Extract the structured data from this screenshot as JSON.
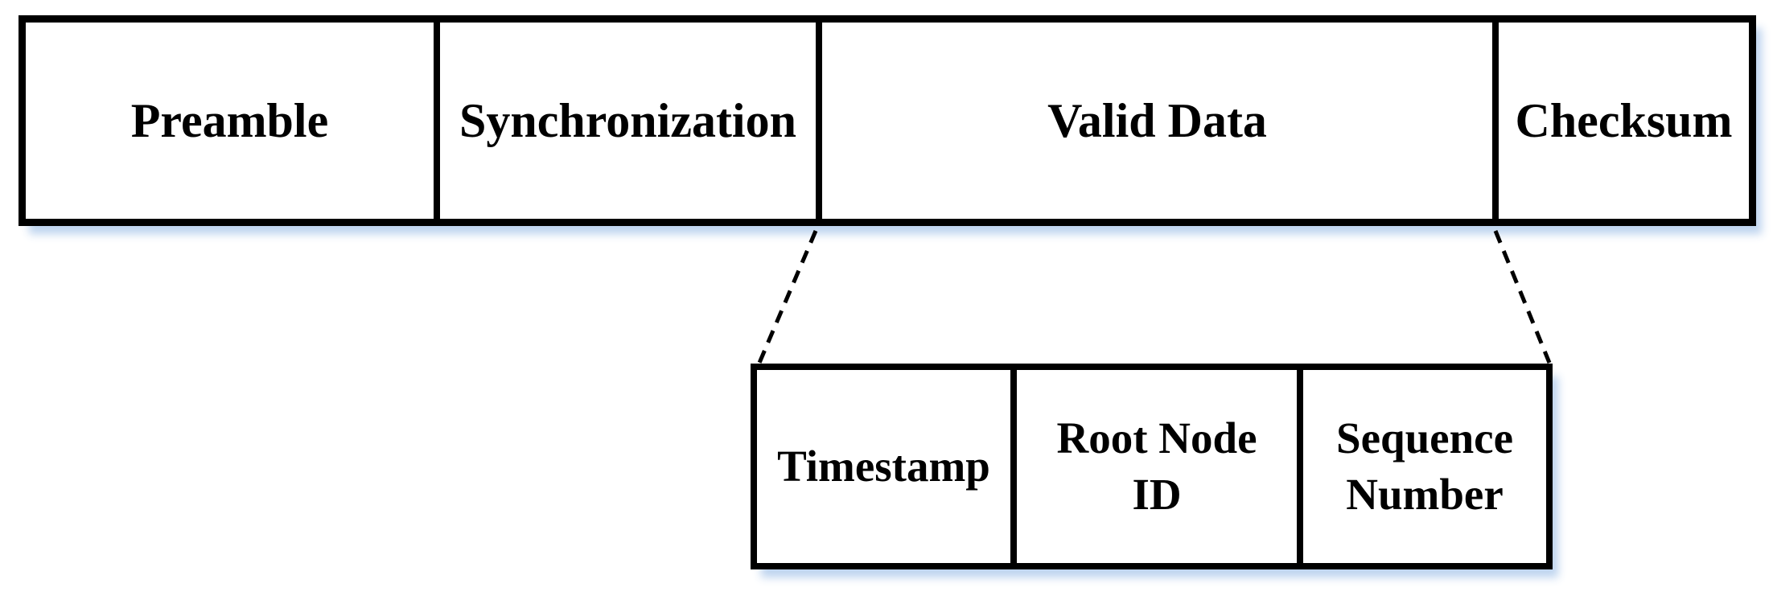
{
  "diagram": {
    "description": "Data frame structure with exploded Valid Data field",
    "frame_fields": [
      {
        "name": "preamble",
        "lines": [
          "Preamble"
        ]
      },
      {
        "name": "synchronization",
        "lines": [
          "Synchronization"
        ]
      },
      {
        "name": "valid-data",
        "lines": [
          "Valid Data"
        ]
      },
      {
        "name": "checksum",
        "lines": [
          "Checksum"
        ]
      }
    ],
    "valid_data_fields": [
      {
        "name": "timestamp",
        "lines": [
          "Timestamp"
        ]
      },
      {
        "name": "root-node-id",
        "lines": [
          "Root Node",
          "ID"
        ]
      },
      {
        "name": "sequence-number",
        "lines": [
          "Sequence",
          "Number"
        ]
      }
    ]
  },
  "colors": {
    "border": "#000000",
    "text": "#000000",
    "background": "#ffffff",
    "shadow": "#bad2ee"
  }
}
